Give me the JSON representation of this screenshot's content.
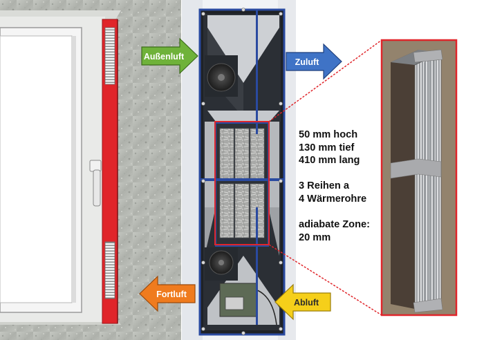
{
  "labels": {
    "outside_air": "Außenluft",
    "supply_air": "Zuluft",
    "exhaust_air": "Fortluft",
    "extract_air": "Abluft"
  },
  "specs": {
    "height": "50 mm hoch",
    "depth": "130 mm tief",
    "length": "410 mm lang",
    "rows_line1": "3 Reihen a",
    "rows_line2": "4 Wärmerohre",
    "zone_line1": "adiabate Zone:",
    "zone_line2": "20 mm"
  },
  "colors": {
    "frame_red": "#e0252a",
    "outside_air_arrow": "#6fb23a",
    "supply_air_arrow": "#3f73c6",
    "exhaust_air_arrow": "#ef7b1e",
    "extract_air_arrow": "#f5cf1a",
    "highlight_box": "#e0252a",
    "wall_concrete": "#b9bcb6"
  }
}
